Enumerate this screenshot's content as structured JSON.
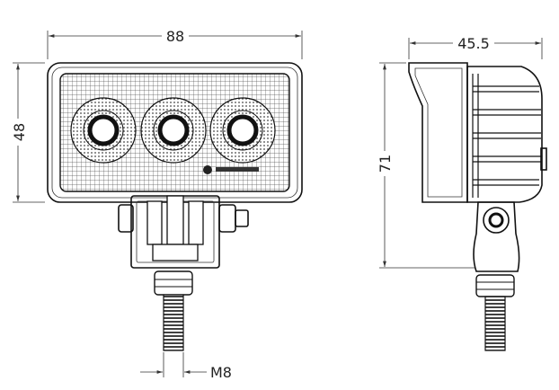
{
  "diagram": {
    "dimensions": {
      "front_width": "88",
      "front_height": "48",
      "side_depth": "45.5",
      "side_height": "71",
      "thread": "M8"
    },
    "colors": {
      "line": "#111111",
      "dimension": "#333333",
      "background": "#ffffff"
    }
  }
}
